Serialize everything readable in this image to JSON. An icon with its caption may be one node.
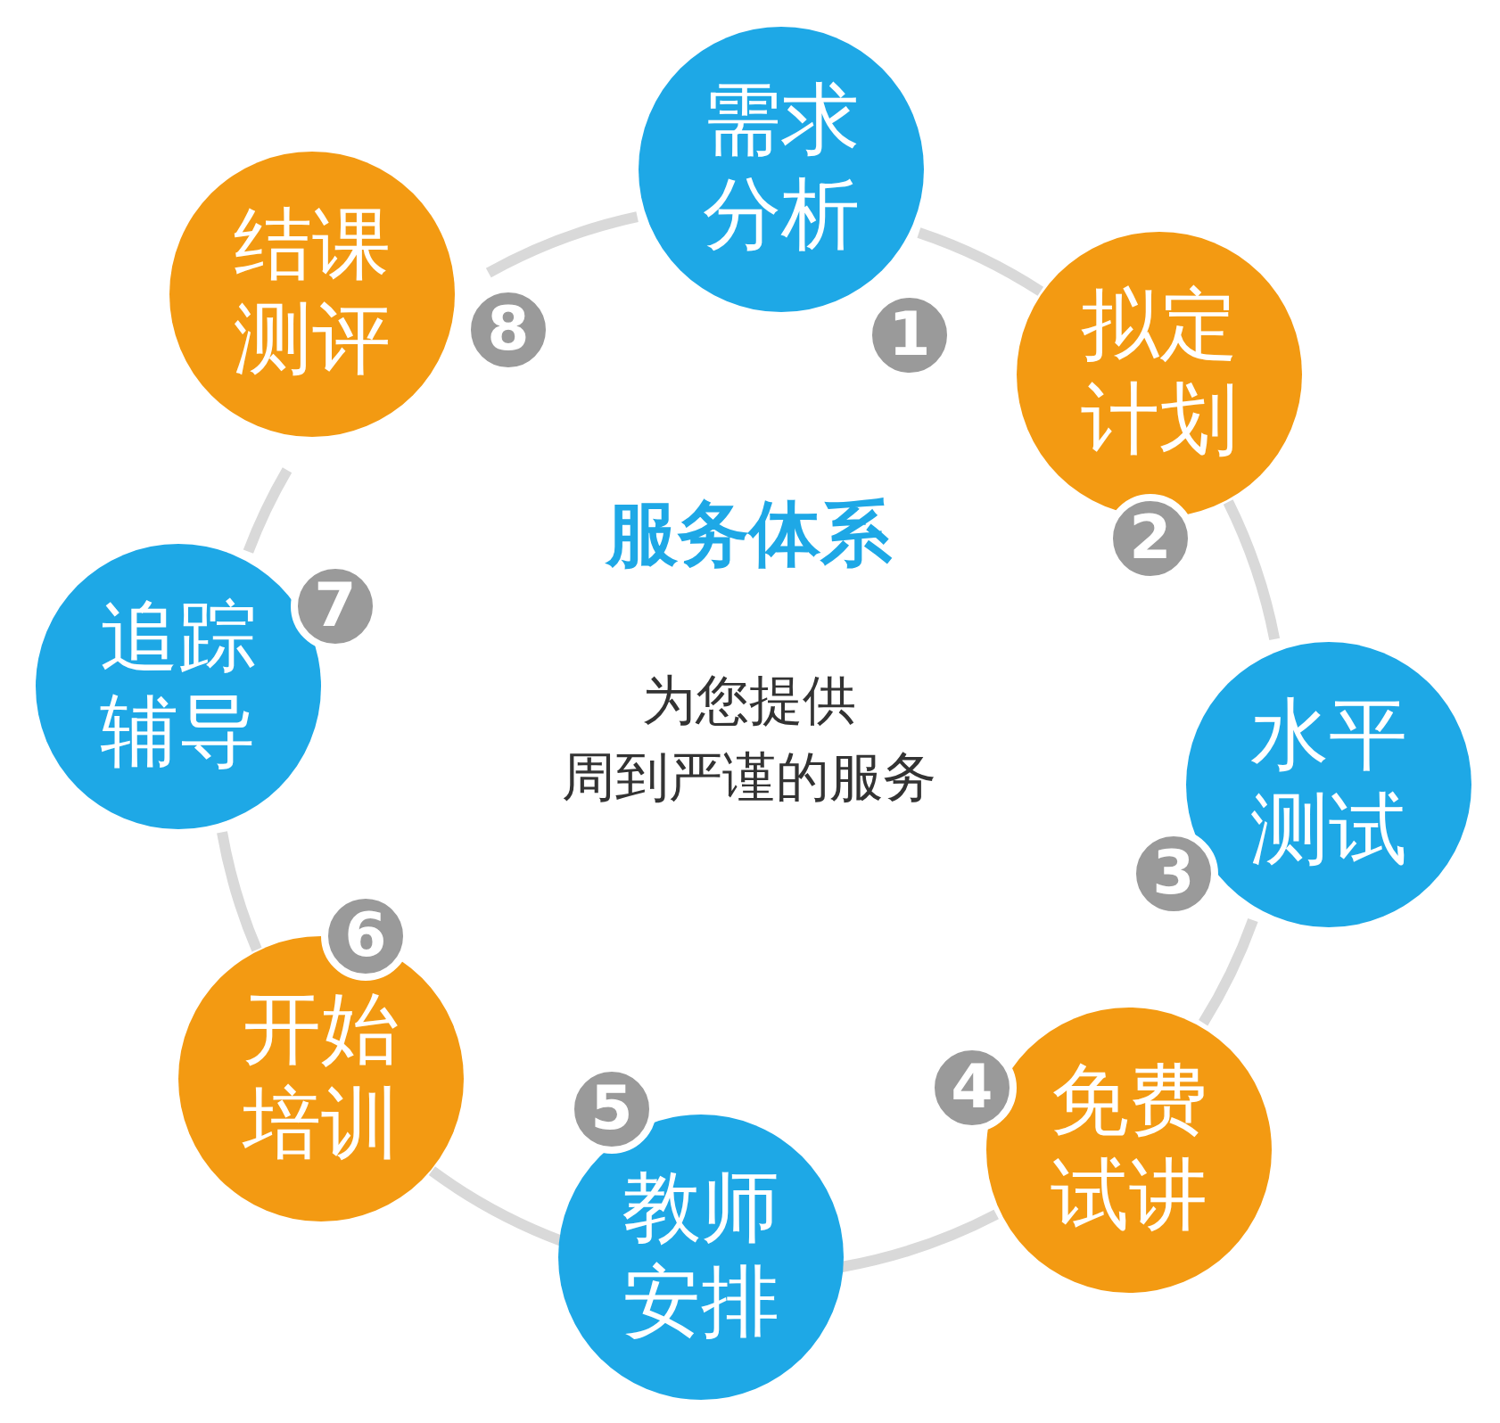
{
  "diagram": {
    "title": "服务体系",
    "nodes": [
      {
        "text": [
          "需求分析"
        ],
        "beside": [
          "1"
        ]
      },
      {
        "text": [
          "拟定计划"
        ],
        "beside": [
          "2"
        ]
      },
      {
        "text": [
          "水平测试"
        ],
        "beside": [
          "3"
        ]
      },
      {
        "text": [
          "免费试讲"
        ],
        "beside": [
          "4"
        ]
      },
      {
        "text": [
          "教师安排"
        ],
        "beside": [
          "5"
        ]
      },
      {
        "text": [
          "开始培训"
        ],
        "beside": [
          "6"
        ]
      },
      {
        "text": [
          "追踪辅导"
        ],
        "beside": [
          "7"
        ]
      },
      {
        "text": [
          "结课测评"
        ],
        "beside": [
          "8"
        ]
      }
    ],
    "edges": [
      {
        "from": 0,
        "to": 1,
        "arrow": "none"
      },
      {
        "from": 1,
        "to": 2,
        "arrow": "none"
      },
      {
        "from": 2,
        "to": 3,
        "arrow": "none"
      },
      {
        "from": 3,
        "to": 4,
        "arrow": "none"
      },
      {
        "from": 4,
        "to": 5,
        "arrow": "none"
      },
      {
        "from": 5,
        "to": 6,
        "arrow": "none"
      },
      {
        "from": 6,
        "to": 7,
        "arrow": "none"
      },
      {
        "from": 7,
        "to": 0,
        "arrow": "none"
      }
    ],
    "labels": [
      "为您提供",
      "周到严谨的服务"
    ]
  }
}
